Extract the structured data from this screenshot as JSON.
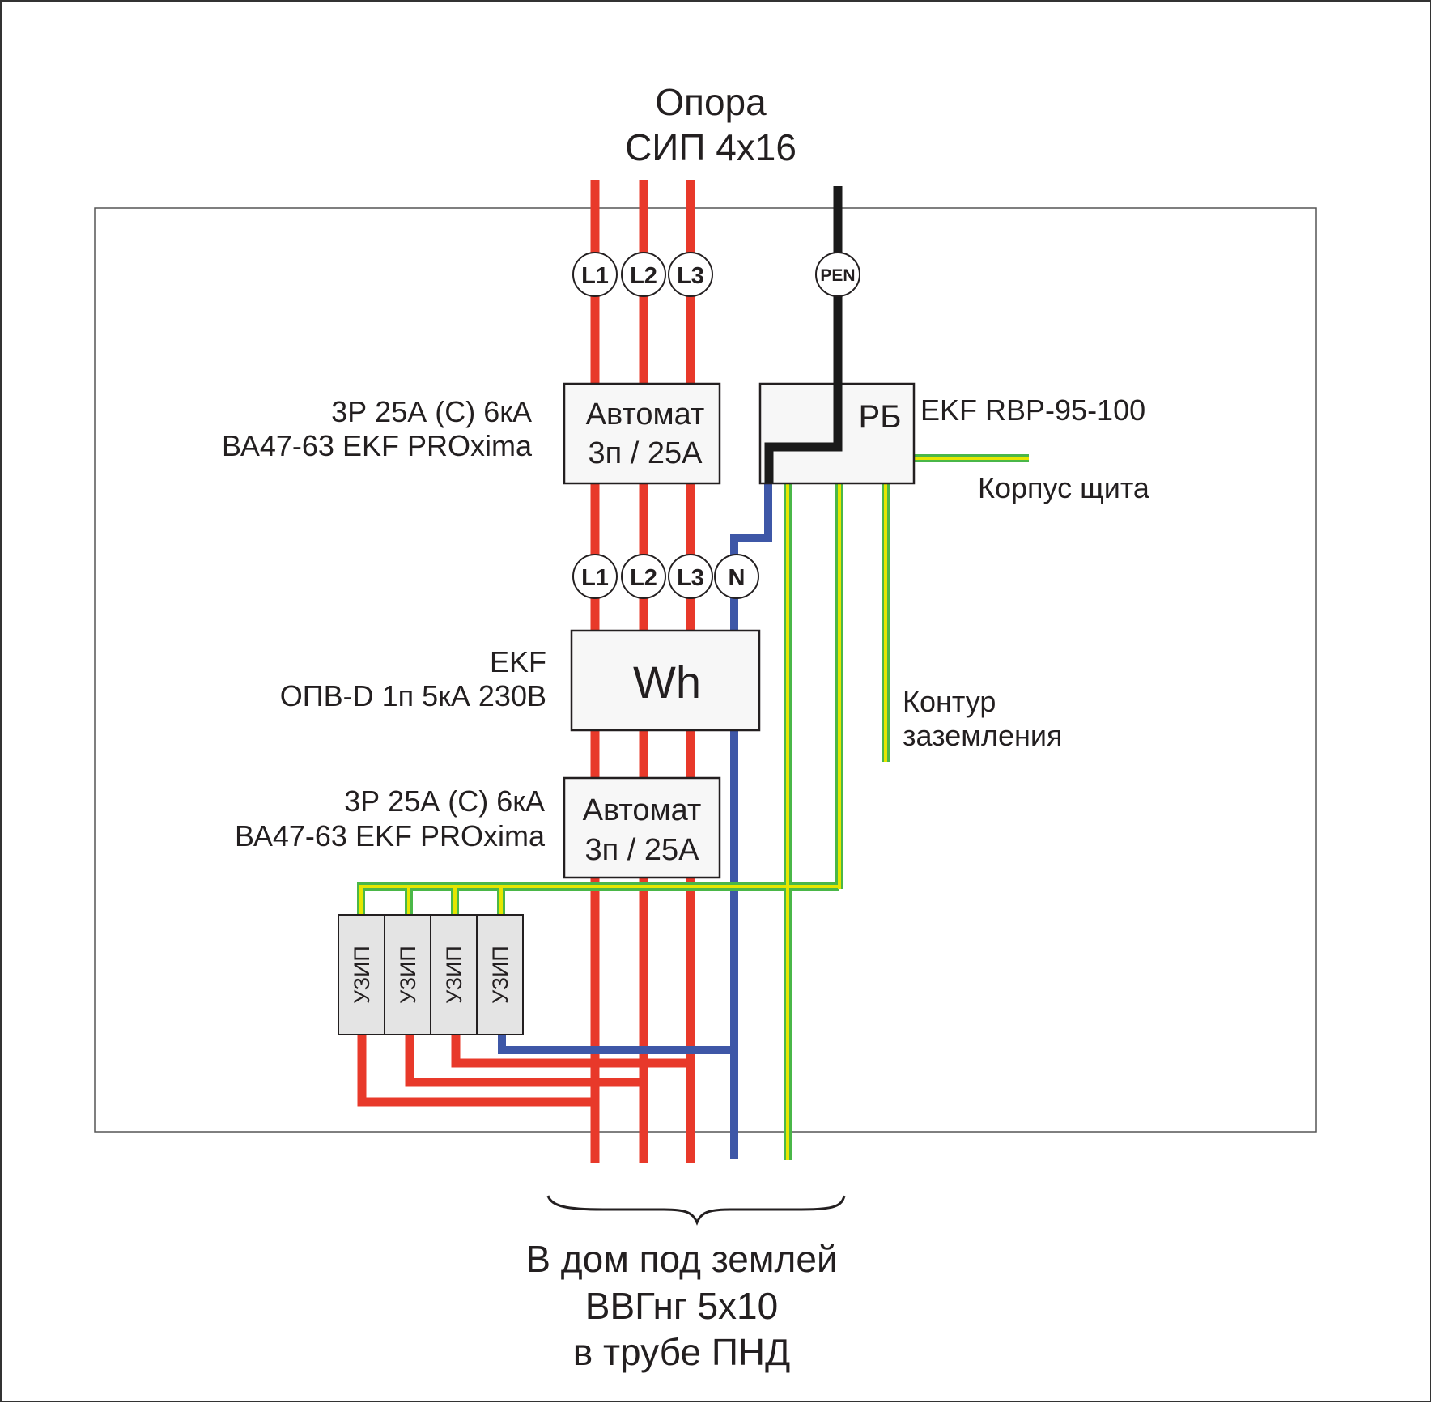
{
  "top_label": {
    "line1": "Опора",
    "line2": "СИП 4х16"
  },
  "bottom_label": {
    "line1": "В дом под землей",
    "line2": "ВВГнг 5х10",
    "line3": "в трубе ПНД"
  },
  "terminals_top": [
    "L1",
    "L2",
    "L3"
  ],
  "terminal_pen": "PEN",
  "terminals_mid": [
    "L1",
    "L2",
    "L3",
    "N"
  ],
  "breaker_top": {
    "box_line1": "Автомат",
    "box_line2": "3п / 25А",
    "spec_line1": "3Р 25А (С) 6кА",
    "spec_line2": "ВА47-63 EKF PROxima"
  },
  "breaker_bottom": {
    "box_line1": "Автомат",
    "box_line2": "3п / 25А",
    "spec_line1": "3Р 25А (С) 6кА",
    "spec_line2": "ВА47-63 EKF PROxima"
  },
  "meter": {
    "label": "Wh",
    "spec_line1": "EKF",
    "spec_line2": "ОПВ-D 1п 5кА 230В"
  },
  "busbar": {
    "label": "РБ",
    "spec": "EKF RBP-95-100"
  },
  "enclosure_ground_label": "Корпус щита",
  "ground_loop_label": {
    "line1": "Контур",
    "line2": "заземления"
  },
  "surge_arresters": [
    "УЗИП",
    "УЗИП",
    "УЗИП",
    "УЗИП"
  ],
  "colors": {
    "phase": "#e8392a",
    "neutral": "#3e57a7",
    "pen": "#1a1a1a",
    "pe_yellow": "#e6e600",
    "pe_green": "#4ab748",
    "box_fill": "#f7f7f7",
    "uzip_fill": "#e4e4e4"
  }
}
